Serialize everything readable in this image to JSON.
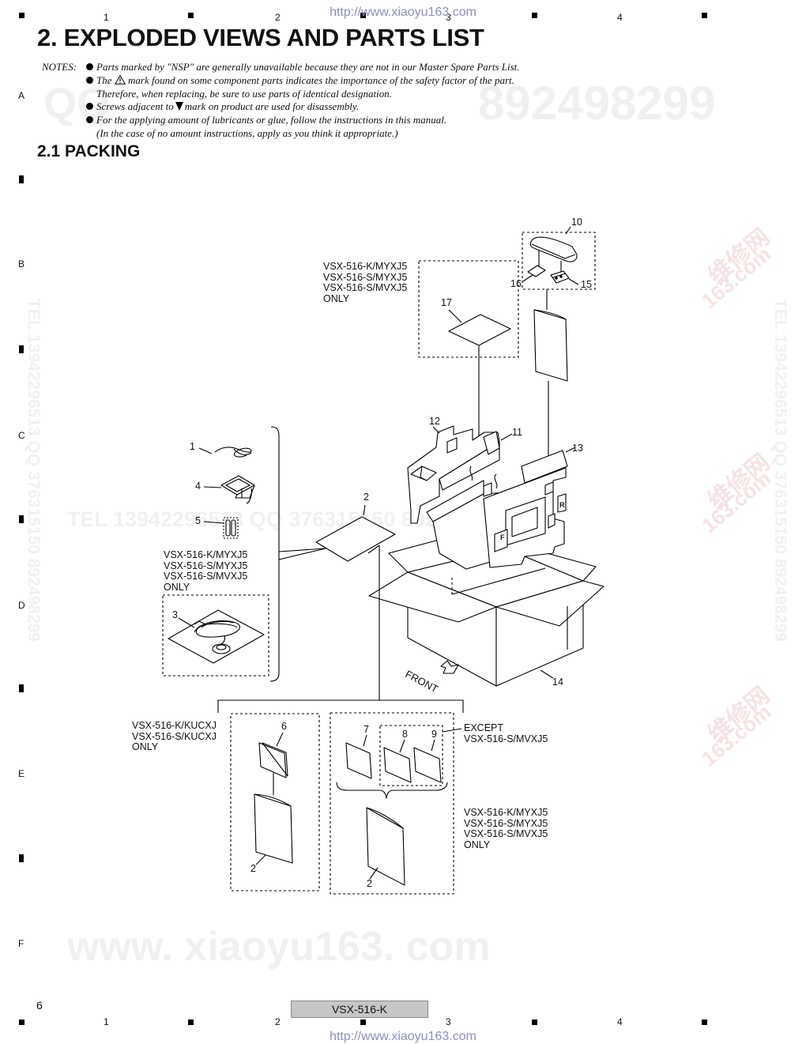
{
  "header": {
    "url_top": "http://www.xiaoyu163.com",
    "url_bottom": "http://www.xiaoyu163.com",
    "column_numbers": [
      "1",
      "2",
      "3",
      "4"
    ],
    "row_letters": [
      "A",
      "B",
      "C",
      "D",
      "E",
      "F"
    ]
  },
  "page_title": "2. EXPLODED VIEWS AND PARTS LIST",
  "notes": {
    "heading": "NOTES:",
    "line1": "Parts marked by \"NSP\" are generally unavailable because they are not in our Master Spare Parts List.",
    "line2a": "The",
    "line2b": "mark found on some component parts indicates the importance of the safety factor of the part.",
    "line3": "Therefore, when replacing, be sure to use parts of identical designation.",
    "line4a": "Screws adjacent to",
    "line4b": "mark on product are used for disassembly.",
    "line5": "For the applying amount of lubricants or glue, follow the instructions in this manual.",
    "line6": "(In the case of no amount instructions, apply as you think it appropriate.)"
  },
  "section_title": "2.1  PACKING",
  "watermarks": {
    "qq_left": "QQ",
    "qq_number": "892498299",
    "tel_line": "TEL  13942296513    QQ 376315150   892498299",
    "site": "www. xiaoyu163. com",
    "vertical": "TEL 13942296513  QQ 376315150  892498299",
    "chinese": "维修网",
    "dotcom": "163.com"
  },
  "diagram": {
    "labels": {
      "top_models": [
        "VSX-516-K/MYXJ5",
        "VSX-516-S/MYXJ5",
        "VSX-516-S/MVXJ5",
        "ONLY"
      ],
      "left_models": [
        "VSX-516-K/MYXJ5",
        "VSX-516-S/MYXJ5",
        "VSX-516-S/MVXJ5",
        "ONLY"
      ],
      "kucxj_models": [
        "VSX-516-K/KUCXJ",
        "VSX-516-S/KUCXJ",
        "ONLY"
      ],
      "except_models": [
        "EXCEPT",
        "VSX-516-S/MVXJ5"
      ],
      "bottom_right_models": [
        "VSX-516-K/MYXJ5",
        "VSX-516-S/MYXJ5",
        "VSX-516-S/MVXJ5",
        "ONLY"
      ],
      "front": "FRONT",
      "box_f": "F",
      "box_r": "R"
    },
    "part_numbers": {
      "p1": "1",
      "p2a": "2",
      "p2b": "2",
      "p2c": "2",
      "p3": "3",
      "p4": "4",
      "p5": "5",
      "p6": "6",
      "p7": "7",
      "p8": "8",
      "p9": "9",
      "p10": "10",
      "p11": "11",
      "p12": "12",
      "p13": "13",
      "p14": "14",
      "p15": "15",
      "p16": "16",
      "p17": "17"
    }
  },
  "footer": {
    "page_number": "6",
    "model": "VSX-516-K"
  }
}
